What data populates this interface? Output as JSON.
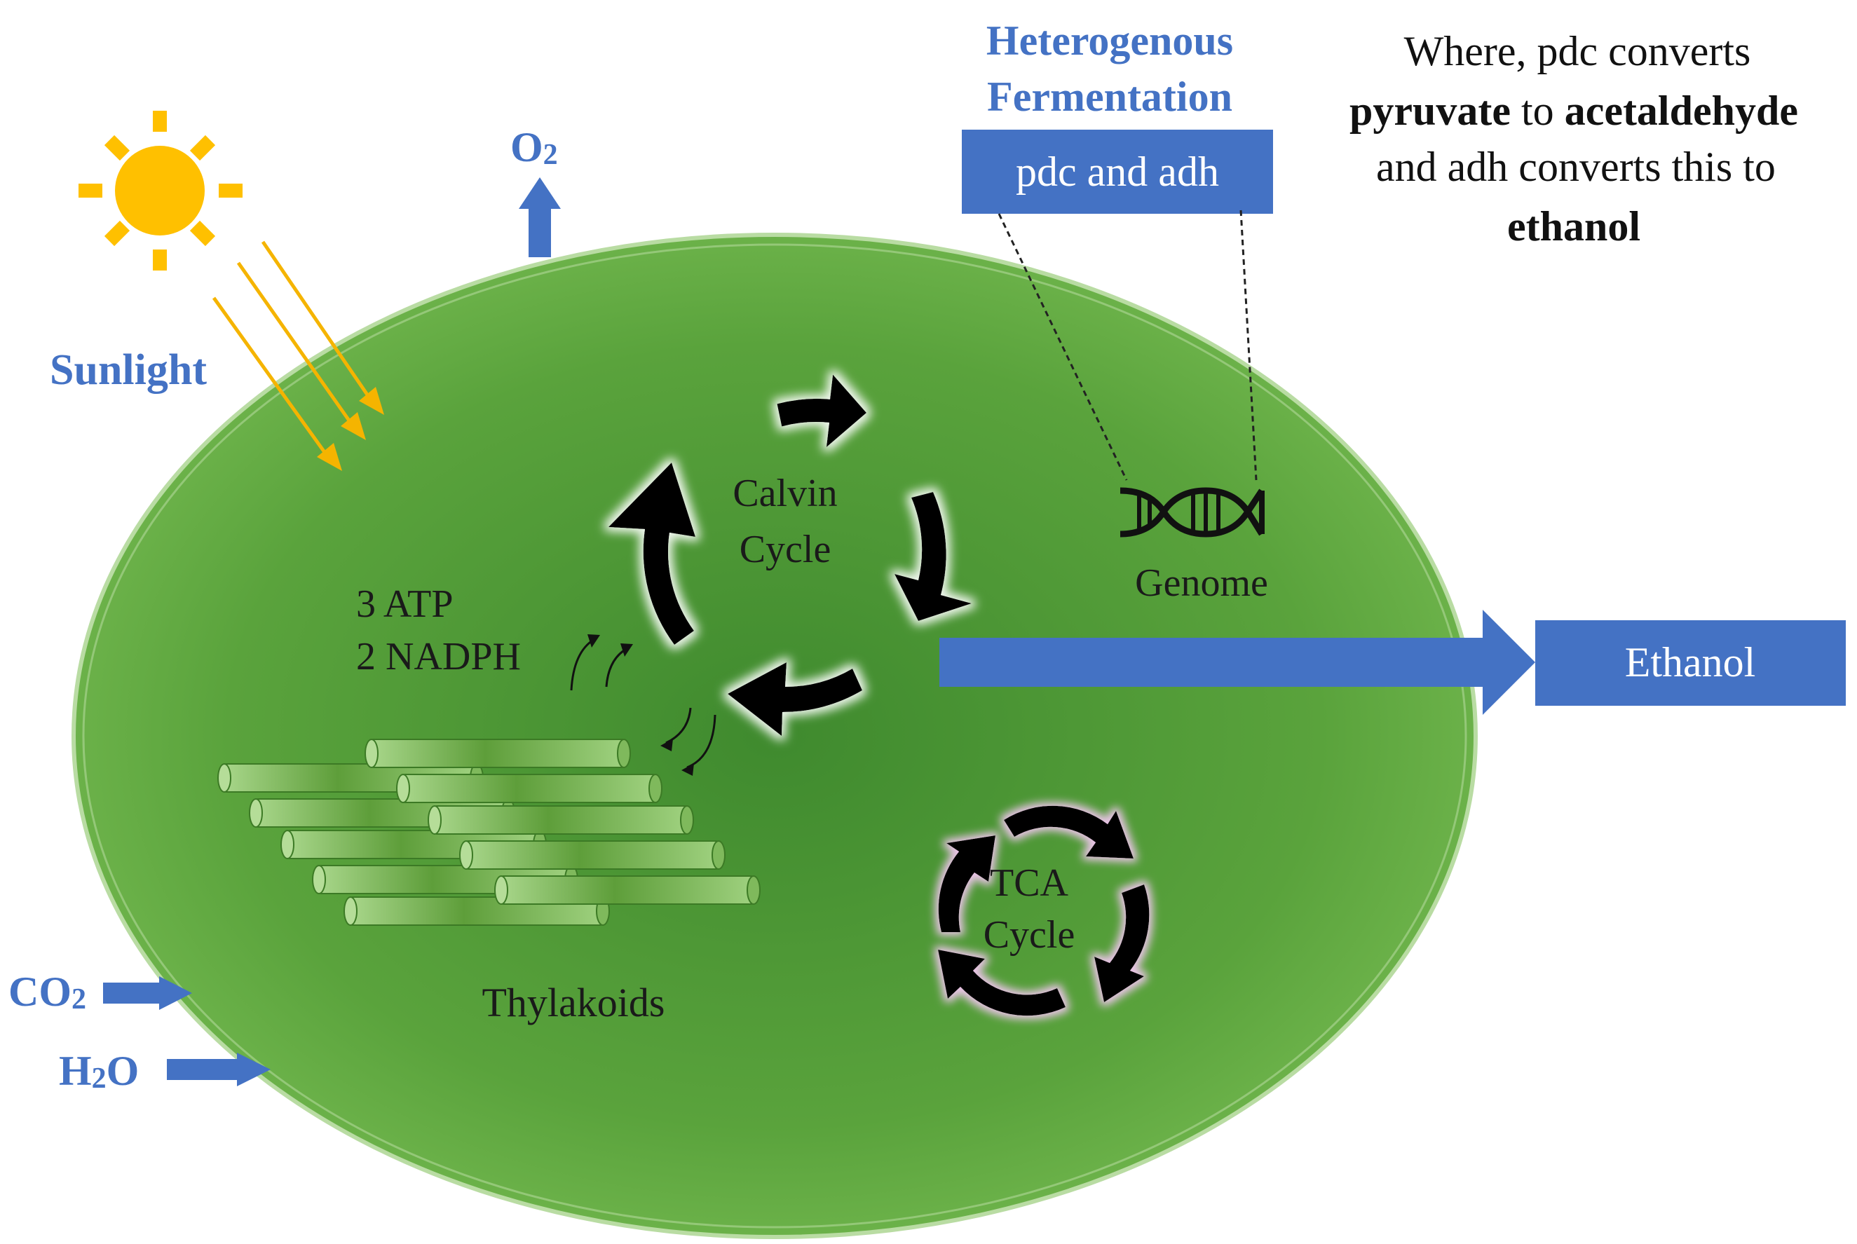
{
  "labels": {
    "sunlight": "Sunlight",
    "o2": "O",
    "o2_sub": "2",
    "co2": "CO",
    "co2_sub": "2",
    "h2o_a": "H",
    "h2o_sub": "2",
    "h2o_b": "O",
    "heterogenous_line1": "Heterogenous",
    "heterogenous_line2": "Fermentation",
    "enzymes": "pdc and adh",
    "calvin_line1": "Calvin",
    "calvin_line2": "Cycle",
    "atp": "3 ATP",
    "nadph": "2 NADPH",
    "genome": "Genome",
    "ethanol": "Ethanol",
    "tca_line1": "TCA",
    "tca_line2": "Cycle",
    "thylakoids": "Thylakoids"
  },
  "note": {
    "l1": "Where, pdc converts",
    "l2_b1": "pyruvate",
    "l2_t": " to ",
    "l2_b2": "acetaldehyde",
    "l3": "and adh converts this to",
    "l4_b": "ethanol"
  },
  "colors": {
    "accent_blue": "#4472c4",
    "cell_green": "#5fa83f",
    "sun_yellow": "#ffc000",
    "light_ray": "#f5b400"
  }
}
